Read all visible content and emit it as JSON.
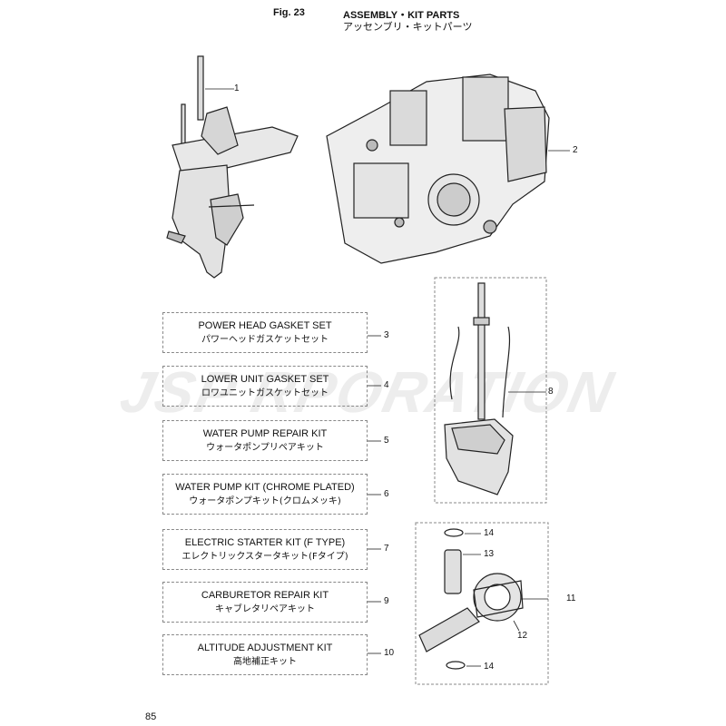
{
  "header": {
    "fig_label": "Fig. 23",
    "title_en": "ASSEMBLY・KIT PARTS",
    "title_jp": "アッセンブリ・キットパーツ"
  },
  "watermark": "JSP   RPORATION",
  "kits": [
    {
      "en": "POWER HEAD GASKET SET",
      "jp": "パワーヘッドガスケットセット",
      "num": "3"
    },
    {
      "en": "LOWER UNIT GASKET SET",
      "jp": "ロワユニットガスケットセット",
      "num": "4"
    },
    {
      "en": "WATER PUMP REPAIR KIT",
      "jp": "ウォータポンプリペアキット",
      "num": "5"
    },
    {
      "en": "WATER PUMP KIT (CHROME PLATED)",
      "jp": "ウォータポンプキット(クロムメッキ)",
      "num": "6"
    },
    {
      "en": "ELECTRIC STARTER KIT (F TYPE)",
      "jp": "エレクトリックスタータキット(Fタイプ)",
      "num": "7"
    },
    {
      "en": "CARBURETOR REPAIR KIT",
      "jp": "キャブレタリペアキット",
      "num": "9"
    },
    {
      "en": "ALTITUDE ADJUSTMENT KIT",
      "jp": "高地補正キット",
      "num": "10"
    }
  ],
  "callouts": {
    "c1": "1",
    "c2": "2",
    "c8": "8",
    "c11": "11",
    "c12": "12",
    "c13": "13",
    "c14a": "14",
    "c14b": "14"
  },
  "page_number": "85"
}
